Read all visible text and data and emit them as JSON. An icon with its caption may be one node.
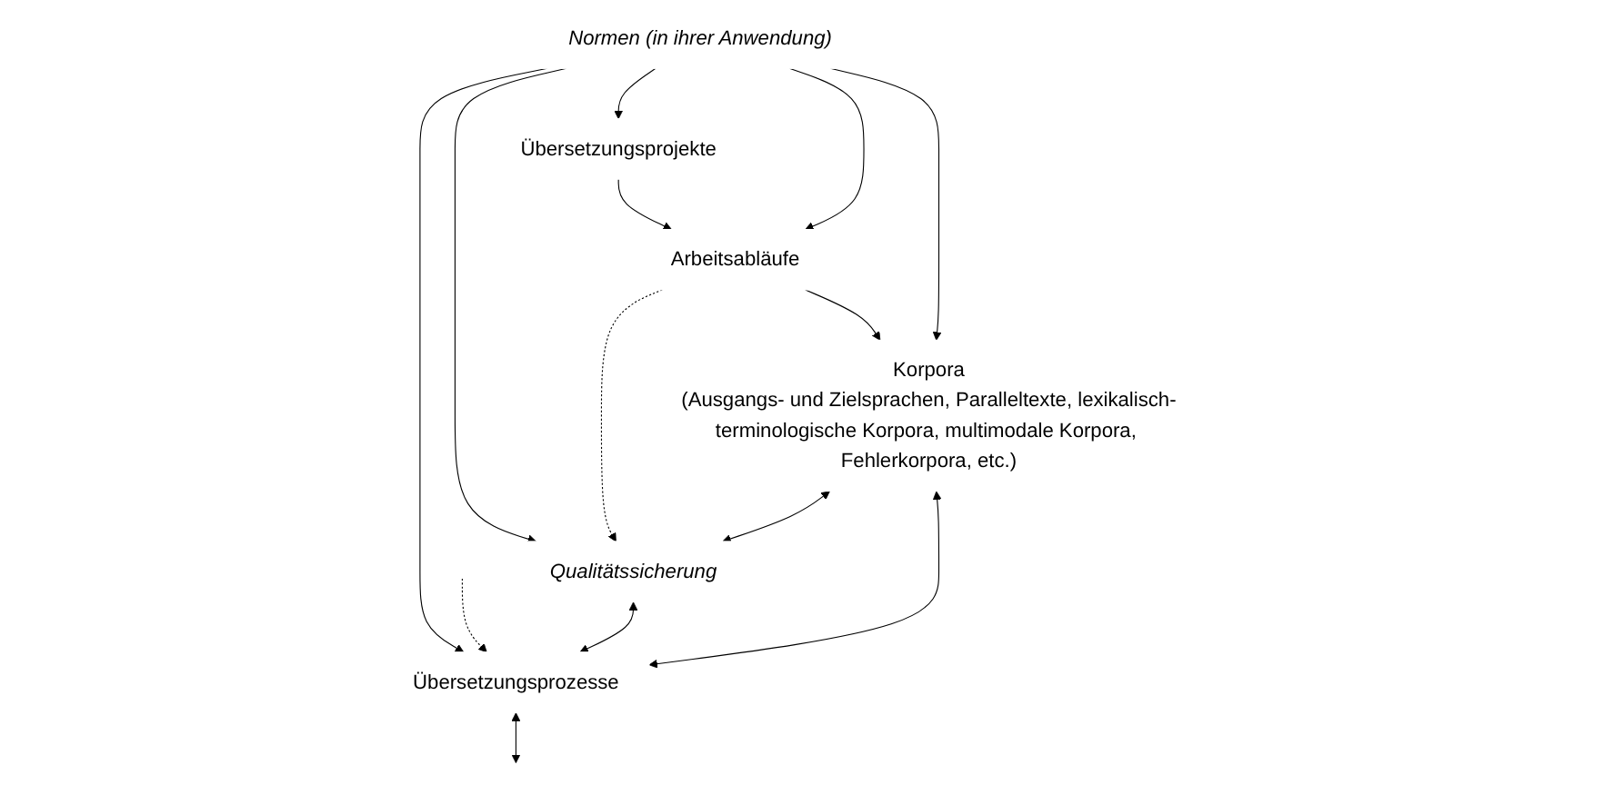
{
  "diagram": {
    "nodes": [
      {
        "text": [
          "Übersetzungsprojekte"
        ]
      },
      {
        "text": [
          "Normen (in ihrer Anwendung)"
        ]
      },
      {
        "text": [
          "Arbeitsabläufe"
        ]
      },
      {
        "text": [
          "Qualitätssicherung"
        ]
      },
      {
        "text": [
          "Übersetzungsprozesse"
        ]
      },
      {
        "text": [
          "Korpora",
          "(Ausgangs- und Zielsprachen, Paralleltexte, lexikalisch-terminologische Korpora, multimodale Korpora, Fehlerkorpora, etc.)"
        ]
      }
    ],
    "edges": [
      {
        "from": 0,
        "to": 2,
        "arrow": "to"
      },
      {
        "from": 2,
        "to": 5,
        "arrow": "to"
      },
      {
        "from": 1,
        "to": 0,
        "arrow": "to"
      },
      {
        "from": 1,
        "to": 2,
        "arrow": "to"
      },
      {
        "from": 1,
        "to": 3,
        "arrow": "to"
      },
      {
        "from": 1,
        "to": 4,
        "arrow": "to"
      },
      {
        "from": 1,
        "to": 5,
        "arrow": "to"
      },
      {
        "from": 2,
        "to": 3,
        "arrow": "to",
        "style": "dashed"
      },
      {
        "from": null,
        "to": 4,
        "arrow": "to",
        "style": "dashed"
      },
      {
        "from": 3,
        "to": 4,
        "arrow": "both"
      },
      {
        "from": 5,
        "to": 3,
        "arrow": "both"
      },
      {
        "from": 5,
        "to": 4,
        "arrow": "both"
      },
      {
        "from": 4,
        "to": null,
        "arrow": "both"
      }
    ]
  }
}
